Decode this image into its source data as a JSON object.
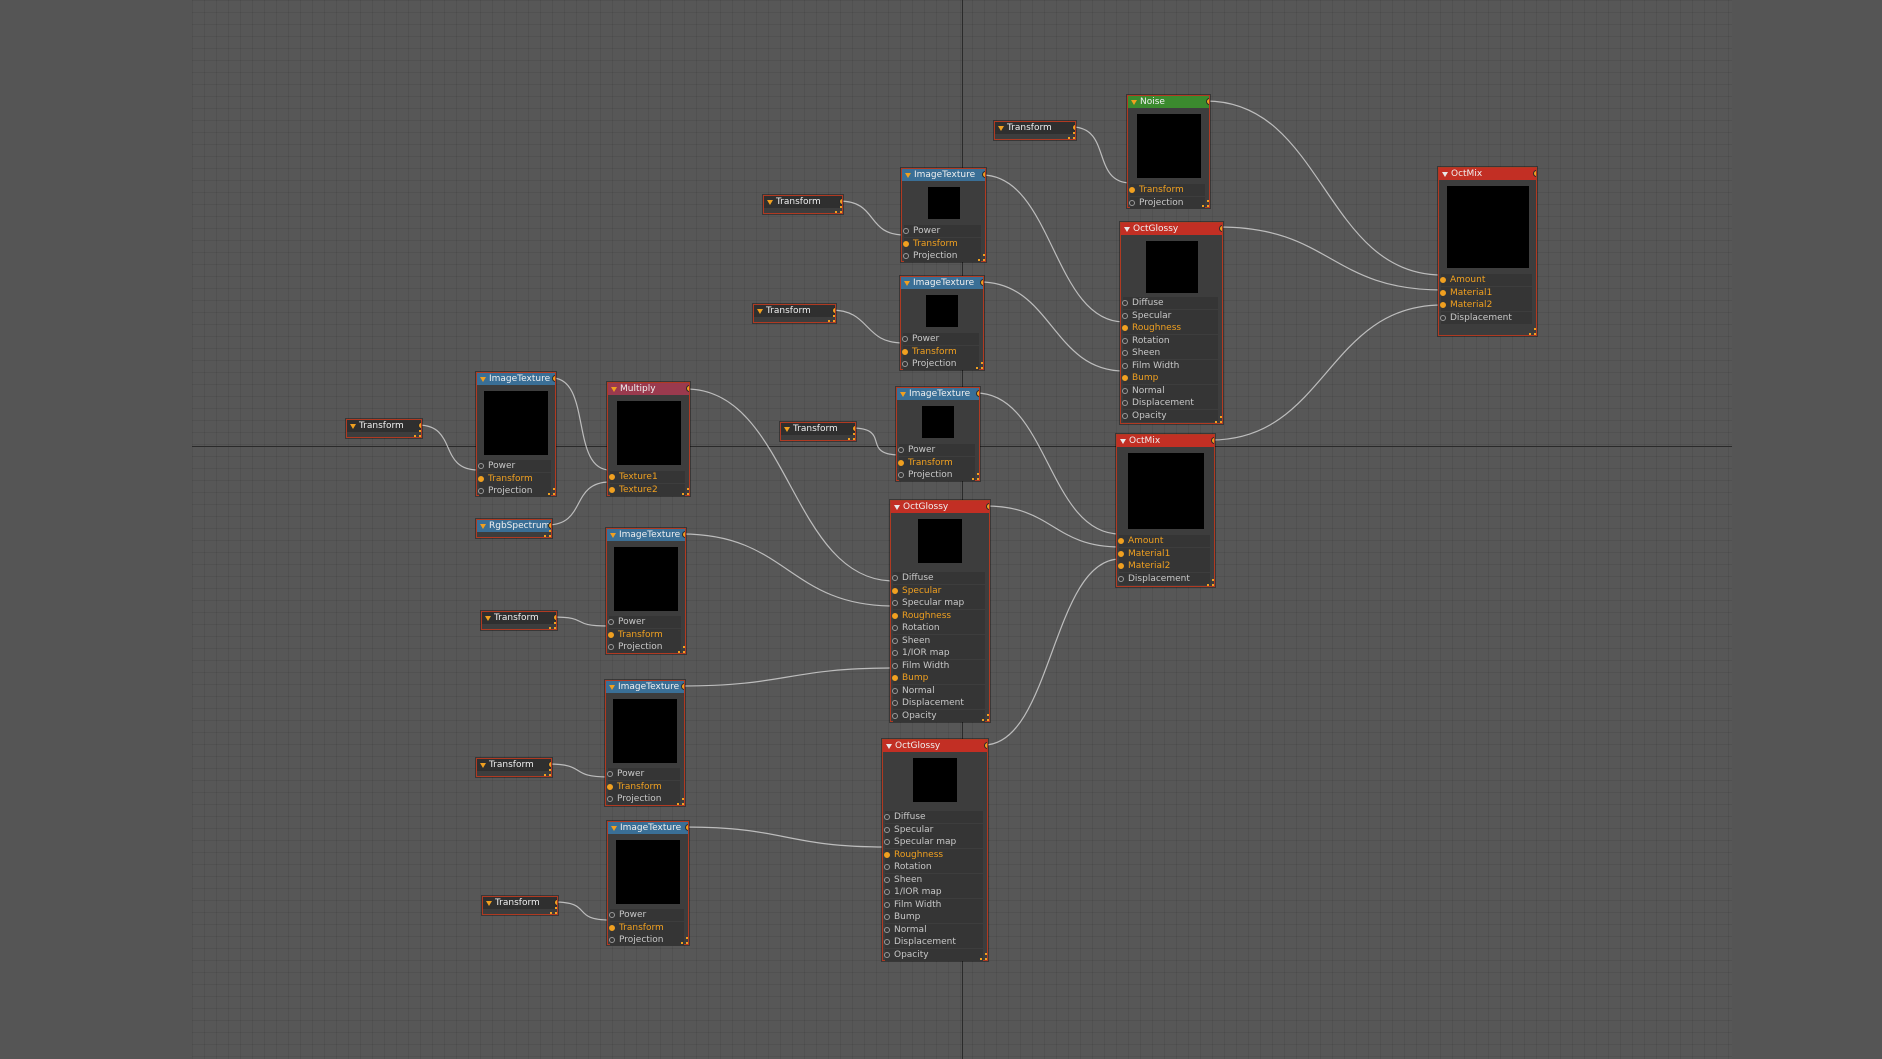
{
  "colors": {
    "background": "#555555",
    "grid": "#575757",
    "node_border": "#b03a22",
    "port_active": "#f0a020",
    "header_image_texture": "#3a6f96",
    "header_material": "#c22f24",
    "header_noise": "#3b8a2e",
    "header_multiply": "#9a3a4e",
    "wire": "#cfcfcf"
  },
  "nodes": {
    "tr_a": {
      "title": "Transform"
    },
    "img_a": {
      "title": "ImageTexture",
      "inputs": [
        "Power",
        "Transform",
        "Projection"
      ]
    },
    "mult": {
      "title": "Multiply",
      "inputs": [
        "Texture1",
        "Texture2"
      ]
    },
    "rgb": {
      "title": "RgbSpectrum"
    },
    "tr_b": {
      "title": "Transform"
    },
    "img_b": {
      "title": "ImageTexture",
      "inputs": [
        "Power",
        "Transform",
        "Projection"
      ]
    },
    "tr_c": {
      "title": "Transform"
    },
    "img_c": {
      "title": "ImageTexture",
      "inputs": [
        "Power",
        "Transform",
        "Projection"
      ]
    },
    "tr_d": {
      "title": "Transform"
    },
    "img_d": {
      "title": "ImageTexture",
      "inputs": [
        "Power",
        "Transform",
        "Projection"
      ]
    },
    "tr_e": {
      "title": "Transform"
    },
    "img_e": {
      "title": "ImageTexture",
      "inputs": [
        "Power",
        "Transform",
        "Projection"
      ]
    },
    "tr_f": {
      "title": "Transform"
    },
    "img_f": {
      "title": "ImageTexture",
      "inputs": [
        "Power",
        "Transform",
        "Projection"
      ]
    },
    "tr_g": {
      "title": "Transform"
    },
    "img_g": {
      "title": "ImageTexture",
      "inputs": [
        "Power",
        "Transform",
        "Projection"
      ]
    },
    "gl_a": {
      "title": "OctGlossy",
      "inputs": [
        "Diffuse",
        "Specular",
        "Specular map",
        "Roughness",
        "Rotation",
        "Sheen",
        "1/IOR map",
        "Film Width",
        "Bump",
        "Normal",
        "Displacement",
        "Opacity"
      ]
    },
    "gl_b": {
      "title": "OctGlossy",
      "inputs": [
        "Diffuse",
        "Specular",
        "Specular map",
        "Roughness",
        "Rotation",
        "Sheen",
        "1/IOR map",
        "Film Width",
        "Bump",
        "Normal",
        "Displacement",
        "Opacity"
      ]
    },
    "tr_h": {
      "title": "Transform"
    },
    "noise": {
      "title": "Noise",
      "inputs": [
        "Transform",
        "Projection"
      ]
    },
    "gl_c": {
      "title": "OctGlossy",
      "inputs": [
        "Diffuse",
        "Specular",
        "Roughness",
        "Rotation",
        "Sheen",
        "Film Width",
        "Bump",
        "Normal",
        "Displacement",
        "Opacity"
      ]
    },
    "mix_a": {
      "title": "OctMix",
      "inputs": [
        "Amount",
        "Material1",
        "Material2",
        "Displacement"
      ]
    },
    "mix_b": {
      "title": "OctMix",
      "inputs": [
        "Amount",
        "Material1",
        "Material2",
        "Displacement"
      ]
    }
  }
}
